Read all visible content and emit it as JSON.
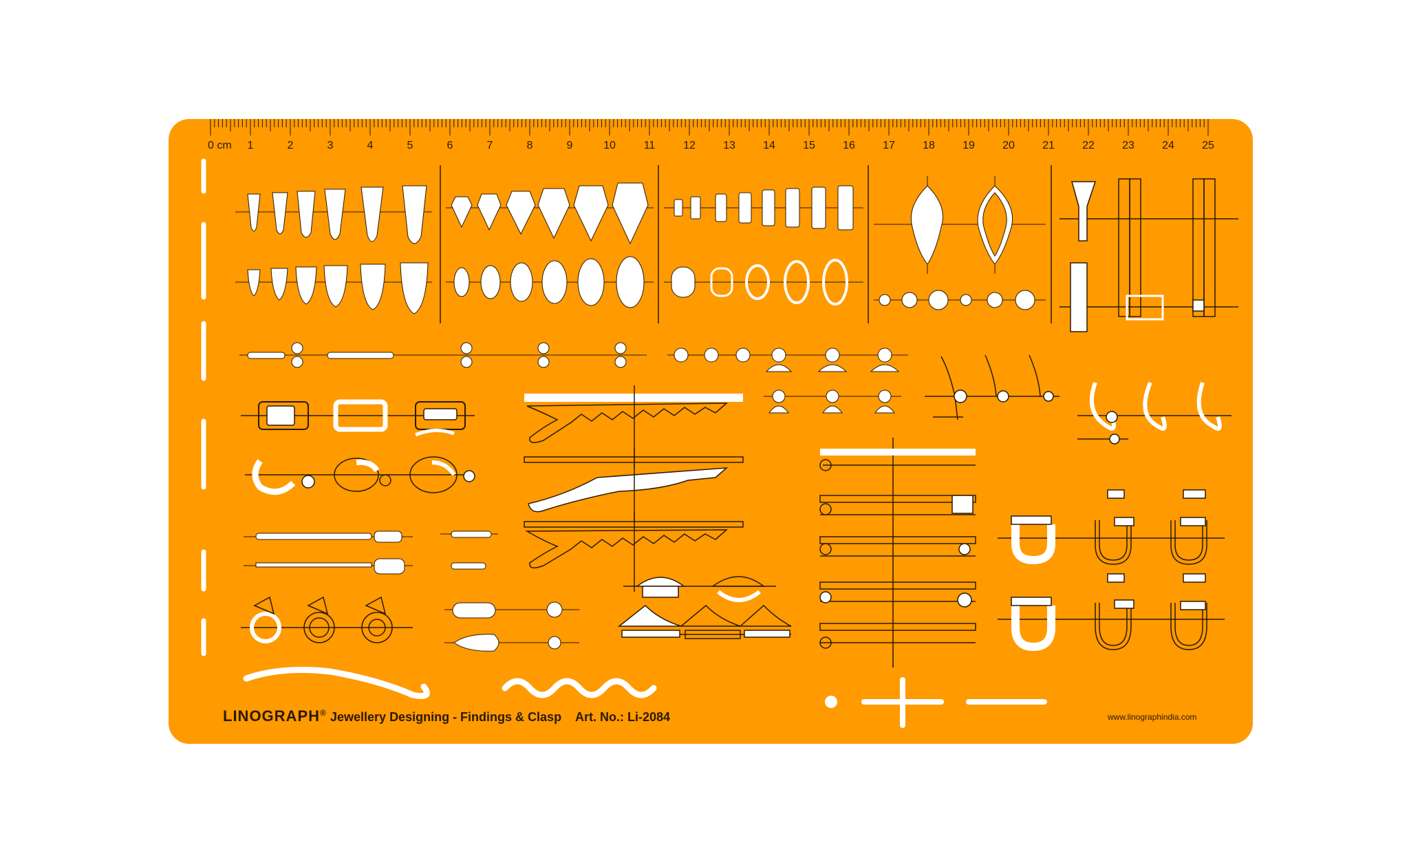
{
  "colors": {
    "plate": "#ff9a00",
    "cutout": "#ffffff",
    "ink": "#2a1a08"
  },
  "ruler": {
    "unit_label": "0 cm",
    "numbers": [
      "1",
      "2",
      "3",
      "4",
      "5",
      "6",
      "7",
      "8",
      "9",
      "10",
      "11",
      "12",
      "13",
      "14",
      "15",
      "16",
      "17",
      "18",
      "19",
      "20",
      "21",
      "22",
      "23",
      "24",
      "25"
    ]
  },
  "footer": {
    "brand": "LINOGRAPH",
    "registered": "®",
    "title": "Jewellery Designing - Findings & Clasp",
    "art_no": "Art. No.: Li-2084",
    "website": "www.linographindia.com"
  }
}
